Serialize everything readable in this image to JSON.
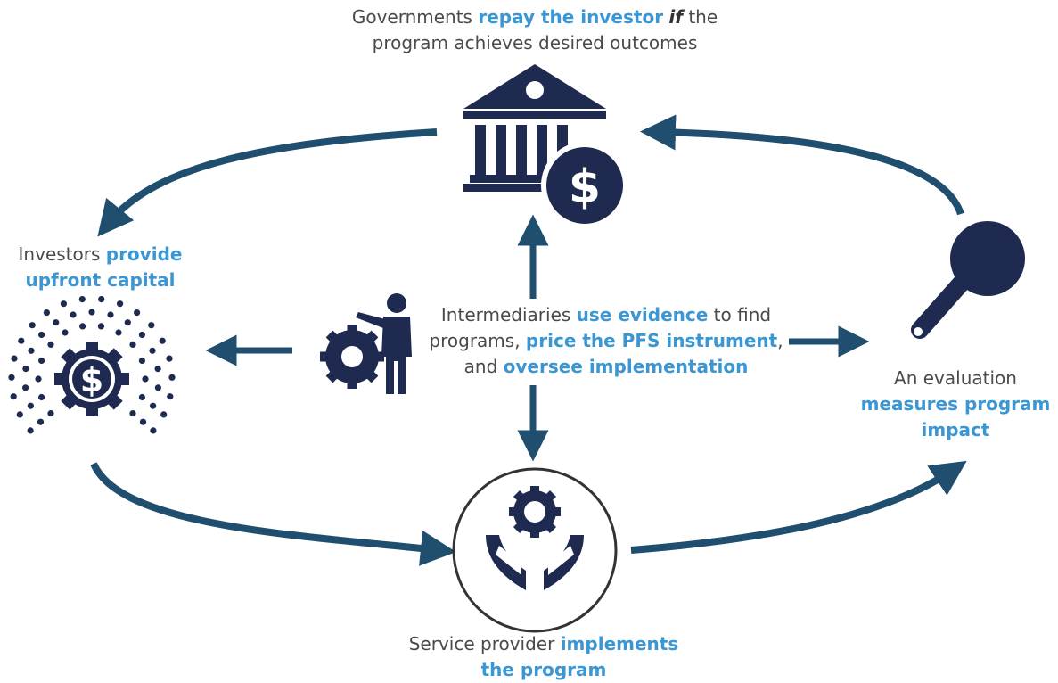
{
  "colors": {
    "navy": "#1e2a4f",
    "arrow": "#1f4e6e",
    "highlight": "#3a97d4",
    "text": "#4a4a4a"
  },
  "nodes": {
    "government": {
      "icon": "bank-dollar-icon",
      "line1_a": "Governments ",
      "line1_b": "repay the investor",
      "line1_c": " ",
      "line1_d": "if",
      "line1_e": " the",
      "line2": "program achieves desired outcomes"
    },
    "investors": {
      "icon": "gear-dollar-icon",
      "line1_a": "Investors ",
      "line1_b": "provide",
      "line2": "upfront capital"
    },
    "intermediaries": {
      "icon": "presenter-gear-icon",
      "line1_a": "Intermediaries ",
      "line1_b": "use evidence",
      "line1_c": " to find",
      "line2_a": "programs, ",
      "line2_b": "price the PFS instrument",
      "line2_c": ",",
      "line3_a": "and ",
      "line3_b": "oversee implementation"
    },
    "evaluation": {
      "icon": "magnifier-icon",
      "line1": "An evaluation",
      "line2": "measures program",
      "line3": "impact"
    },
    "service_provider": {
      "icon": "hands-gear-icon",
      "line1_a": "Service provider ",
      "line1_b": "implements",
      "line2": "the program"
    }
  }
}
